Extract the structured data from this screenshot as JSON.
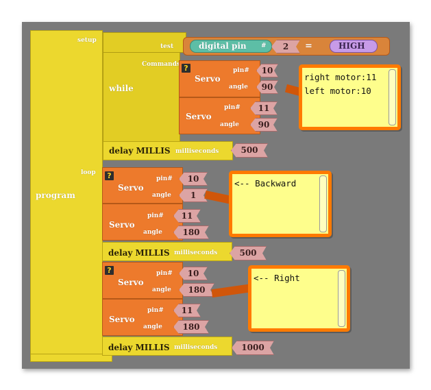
{
  "program": {
    "label": "program",
    "setup_label": "setup",
    "loop_label": "loop"
  },
  "setup": {
    "while_label": "while",
    "test_label": "test",
    "commands_label": "Commands",
    "condition": {
      "left": "digital pin",
      "hash": "#",
      "pin": "2",
      "op": "=",
      "right": "HIGH"
    },
    "servos": [
      {
        "label": "Servo",
        "pin_label": "pin#",
        "pin": "10",
        "angle_label": "angle",
        "angle": "90"
      },
      {
        "label": "Servo",
        "pin_label": "pin#",
        "pin": "11",
        "angle_label": "angle",
        "angle": "90"
      }
    ],
    "delay": {
      "label": "delay MILLIS",
      "ms_label": "milliseconds",
      "value": "500"
    }
  },
  "loop": {
    "servos": [
      {
        "label": "Servo",
        "pin_label": "pin#",
        "pin": "10",
        "angle_label": "angle",
        "angle": "1"
      },
      {
        "label": "Servo",
        "pin_label": "pin#",
        "pin": "11",
        "angle_label": "angle",
        "angle": "180"
      },
      {
        "label": "Servo",
        "pin_label": "pin#",
        "pin": "10",
        "angle_label": "angle",
        "angle": "180"
      },
      {
        "label": "Servo",
        "pin_label": "pin#",
        "pin": "11",
        "angle_label": "angle",
        "angle": "180"
      }
    ],
    "delays": [
      {
        "label": "delay MILLIS",
        "ms_label": "milliseconds",
        "value": "500"
      },
      {
        "label": "delay MILLIS",
        "ms_label": "milliseconds",
        "value": "1000"
      }
    ]
  },
  "comments": {
    "motor_line1": "right motor:11",
    "motor_line2": "left motor:10",
    "backward": "<-- Backward",
    "right": "<-- Right"
  },
  "icons": {
    "help": "?"
  },
  "colors": {
    "canvas": "#7a7a7a",
    "control_block": "#ecd82e",
    "servo_block": "#ed7a2c",
    "number_block": "#dca4a4",
    "compare_block": "#5dbea6",
    "boolean_block": "#c79be8",
    "comment_border": "#ff7a00",
    "comment_bg": "#fefe8c"
  }
}
